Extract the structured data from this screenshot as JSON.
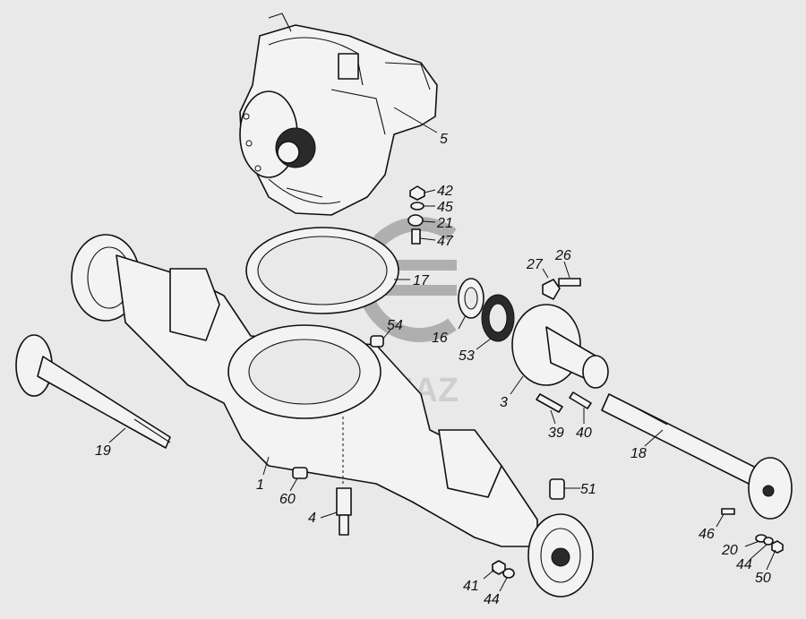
{
  "watermark": {
    "brand": "KAMAZ",
    "color": "#8a8a8a"
  },
  "callouts": [
    {
      "id": "c5",
      "text": "5"
    },
    {
      "id": "c42",
      "text": "42"
    },
    {
      "id": "c45",
      "text": "45"
    },
    {
      "id": "c21",
      "text": "21"
    },
    {
      "id": "c47",
      "text": "47"
    },
    {
      "id": "c17",
      "text": "17"
    },
    {
      "id": "c27",
      "text": "27"
    },
    {
      "id": "c26",
      "text": "26"
    },
    {
      "id": "c54",
      "text": "54"
    },
    {
      "id": "c16",
      "text": "16"
    },
    {
      "id": "c53",
      "text": "53"
    },
    {
      "id": "c3",
      "text": "3"
    },
    {
      "id": "c39",
      "text": "39"
    },
    {
      "id": "c40",
      "text": "40"
    },
    {
      "id": "c19",
      "text": "19"
    },
    {
      "id": "c18",
      "text": "18"
    },
    {
      "id": "c1",
      "text": "1"
    },
    {
      "id": "c60",
      "text": "60"
    },
    {
      "id": "c51",
      "text": "51"
    },
    {
      "id": "c4",
      "text": "4"
    },
    {
      "id": "c46",
      "text": "46"
    },
    {
      "id": "c20",
      "text": "20"
    },
    {
      "id": "c44a",
      "text": "44"
    },
    {
      "id": "c50",
      "text": "50"
    },
    {
      "id": "c41",
      "text": "41"
    },
    {
      "id": "c44b",
      "text": "44"
    }
  ]
}
